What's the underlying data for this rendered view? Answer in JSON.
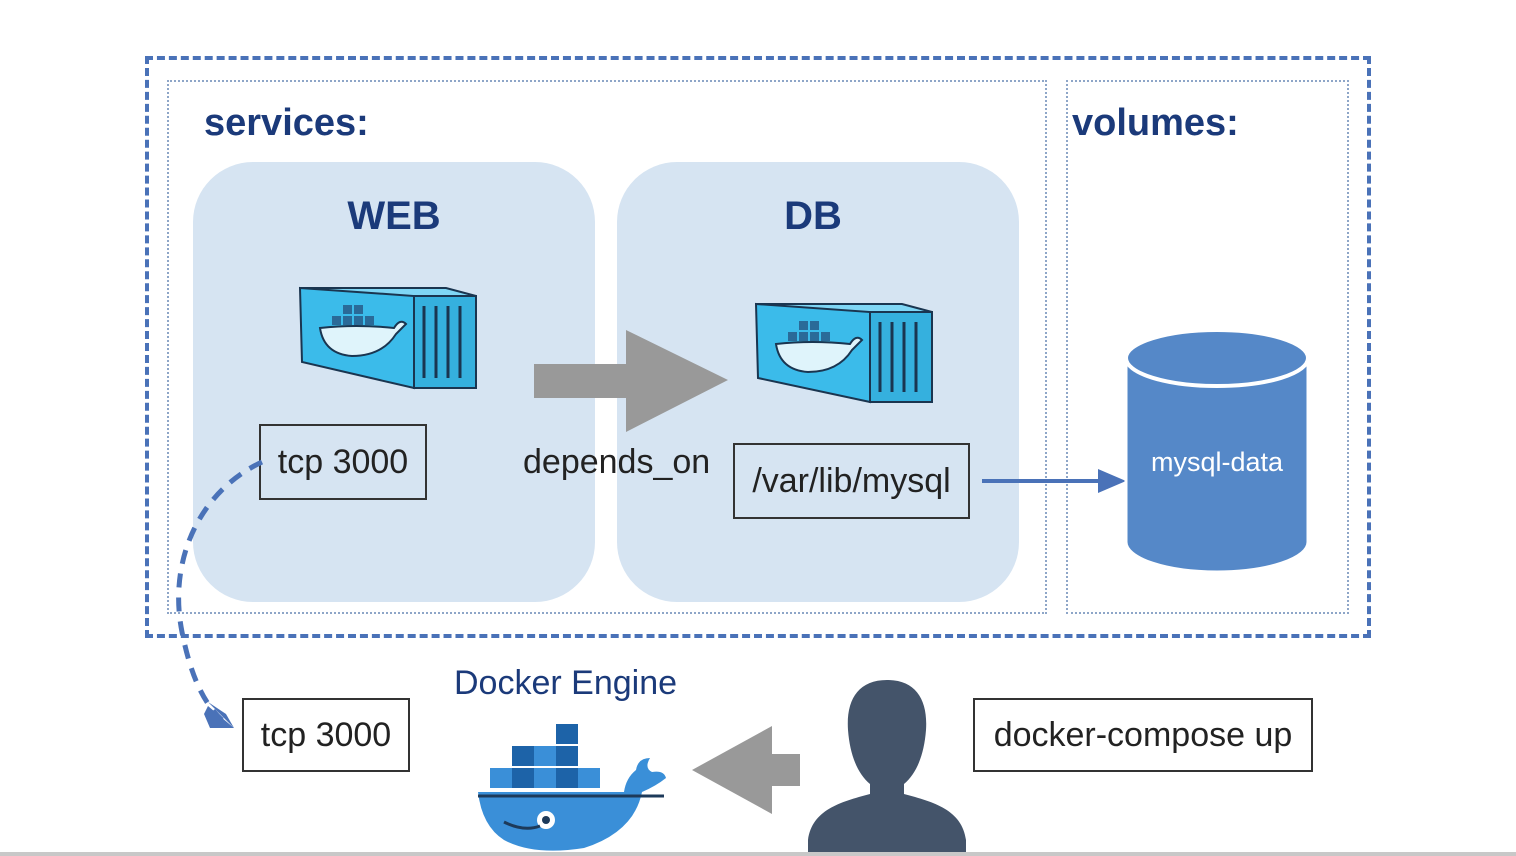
{
  "sections": {
    "services_label": "services:",
    "volumes_label": "volumes:"
  },
  "services": {
    "web": {
      "title": "WEB",
      "port": "tcp 3000"
    },
    "db": {
      "title": "DB",
      "mount": "/var/lib/mysql"
    }
  },
  "relation": {
    "label": "depends_on"
  },
  "volume": {
    "name": "mysql-data"
  },
  "engine": {
    "title": "Docker Engine",
    "host_port": "tcp 3000"
  },
  "user": {
    "command": "docker-compose up"
  },
  "colors": {
    "accent": "#4a72b8",
    "service_bg": "#d6e4f2",
    "title_blue": "#1b3a7a",
    "volume_blue": "#5588c8",
    "arrow_gray": "#999999",
    "container_cyan": "#3bbbea",
    "person": "#44546a"
  },
  "icons": [
    "container-icon",
    "database-cylinder-icon",
    "docker-whale-icon",
    "person-icon"
  ]
}
